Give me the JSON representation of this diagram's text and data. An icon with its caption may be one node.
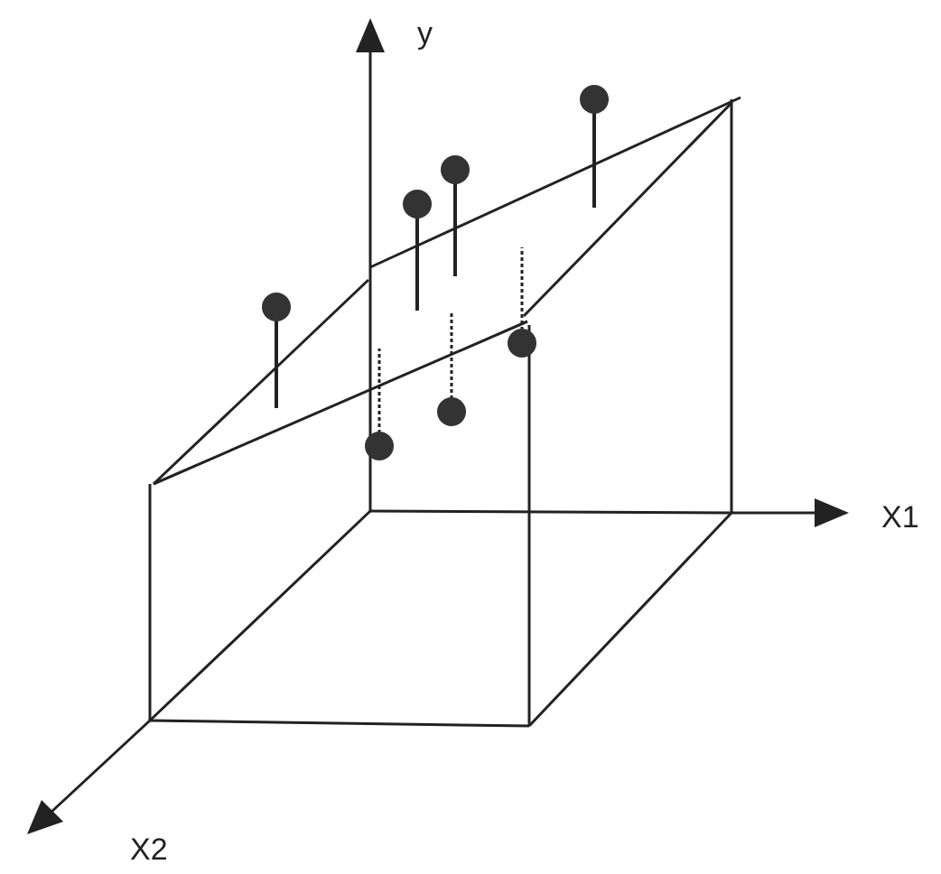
{
  "diagram": {
    "labels": [
      "y",
      "X1",
      "X2"
    ]
  }
}
